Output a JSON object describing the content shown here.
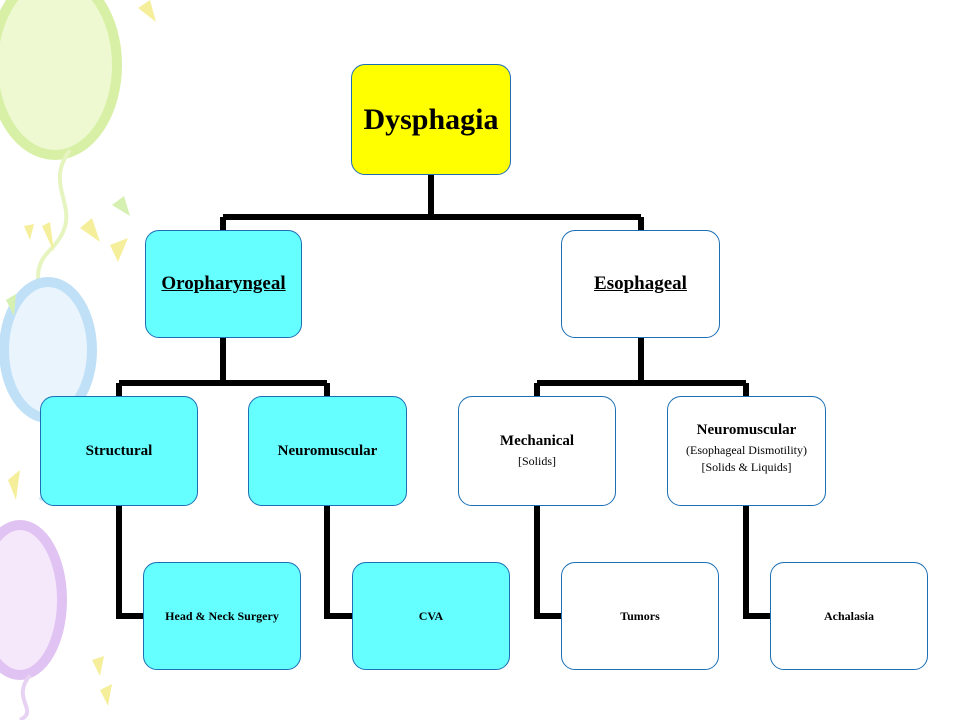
{
  "diagram": {
    "root": {
      "label": "Dysphagia"
    },
    "oropharyngeal": {
      "label": "Oropharyngeal"
    },
    "esophageal": {
      "label": "Esophageal"
    },
    "structural": {
      "label": "Structural"
    },
    "neuromuscular_oro": {
      "label": "Neuromuscular"
    },
    "mechanical": {
      "label": "Mechanical",
      "detail": "[Solids]"
    },
    "neuromuscular_eso": {
      "label": "Neuromuscular",
      "detail1": "(Esophageal Dismotility)",
      "detail2": "[Solids & Liquids]"
    },
    "head_neck": {
      "label": "Head & Neck Surgery"
    },
    "cva": {
      "label": "CVA"
    },
    "tumors": {
      "label": "Tumors"
    },
    "achalasia": {
      "label": "Achalasia"
    }
  },
  "colors": {
    "root_fill": "#ffff00",
    "oropharyngeal_branch_fill": "#66ffff",
    "esophageal_branch_fill": "#ffffff",
    "border": "#1b6fb5",
    "connector": "#000000"
  },
  "background": {
    "decoration": "pastel balloons and confetti"
  }
}
